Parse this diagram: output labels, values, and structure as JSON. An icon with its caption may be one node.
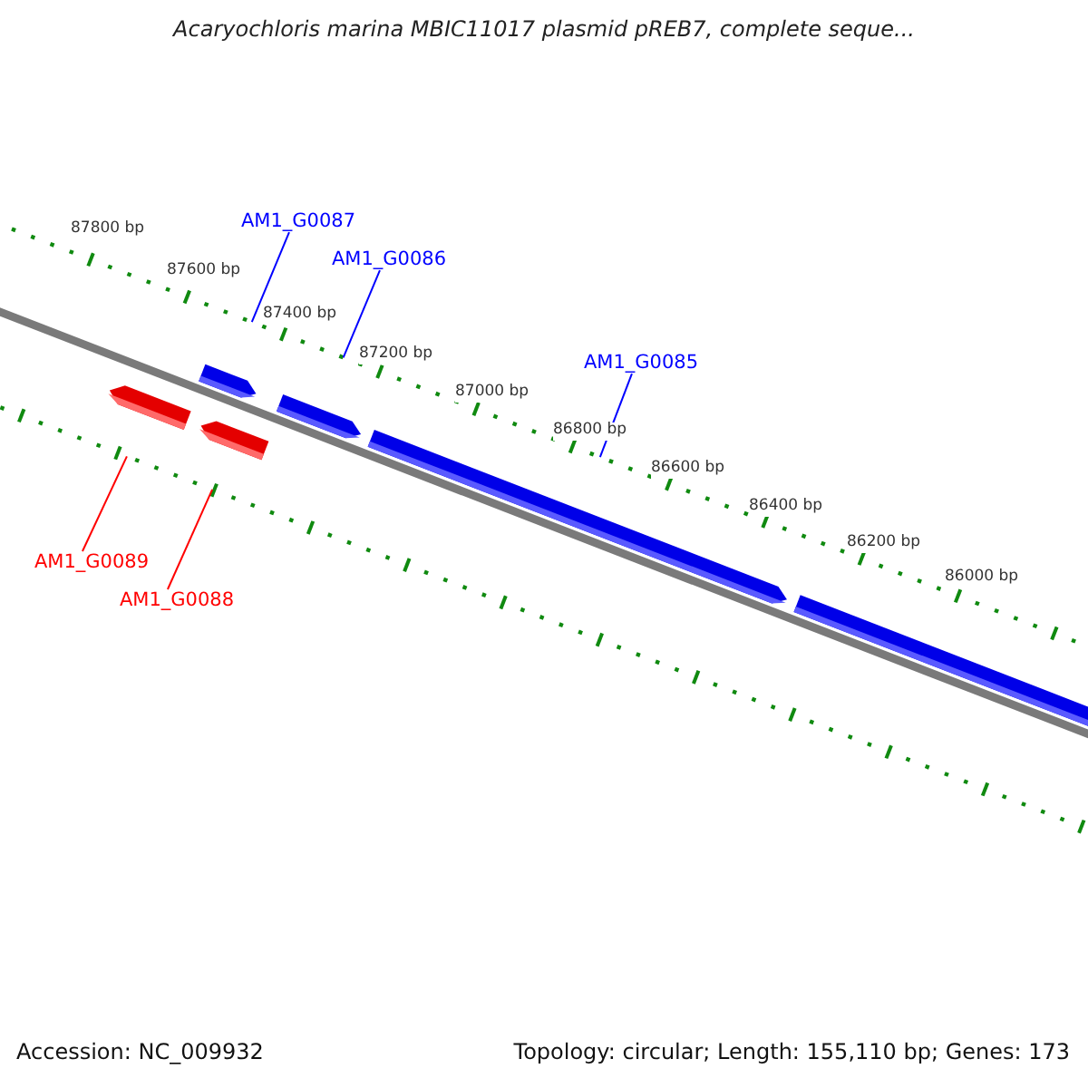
{
  "diagram": {
    "title": "Acaryochloris marina MBIC11017 plasmid pREB7, complete seque...",
    "nodes": [
      {
        "text": [
          "AM1_G0087"
        ]
      },
      {
        "text": [
          "AM1_G0086"
        ]
      },
      {
        "text": [
          "AM1_G0085"
        ]
      },
      {
        "text": [
          "AM1_G0089"
        ]
      },
      {
        "text": [
          "AM1_G0088"
        ]
      },
      {
        "text": [],
        "shape": "bar"
      },
      {
        "text": [],
        "shape": "bar"
      },
      {
        "text": [],
        "shape": "bar"
      },
      {
        "text": [],
        "shape": "bar"
      },
      {
        "text": [],
        "shape": "bar"
      },
      {
        "text": [],
        "shape": "bar"
      }
    ],
    "edges": [
      {
        "from": 0,
        "to": 6,
        "arrow": "none"
      },
      {
        "from": 1,
        "to": 8,
        "arrow": "none"
      },
      {
        "from": 2,
        "to": 9,
        "arrow": "none"
      },
      {
        "from": 3,
        "to": 5,
        "arrow": "none",
        "color": "#ff0000"
      },
      {
        "from": 4,
        "to": 7,
        "arrow": "none",
        "color": "#ff0000"
      }
    ],
    "labels": [
      "87800 bp",
      "87600 bp",
      "87400 bp",
      "87200 bp",
      "87000 bp",
      "86800 bp",
      "86600 bp",
      "86400 bp",
      "86200 bp",
      "86000 bp",
      "Accession: NC_009932",
      "Topology: circular; Length: 155,110 bp; Genes: 173"
    ]
  }
}
